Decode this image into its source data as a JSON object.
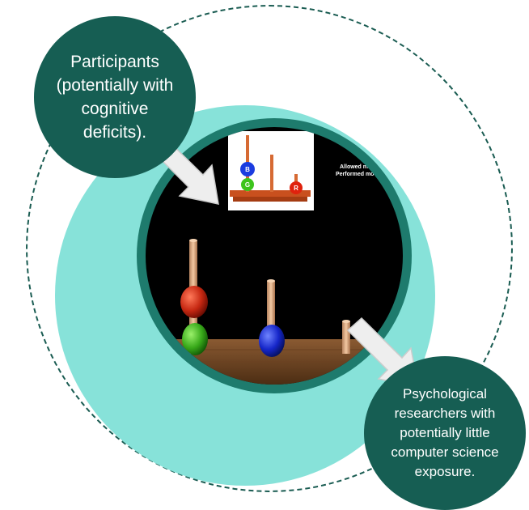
{
  "labels": {
    "participants": "Participants\n(potentially with\ncognitive\ndeficits).",
    "researchers": "Psychological\nresearchers with\npotentially little\ncomputer science\nexposure."
  },
  "game": {
    "allowed_moves_label": "Allowed mo",
    "performed_moves_label": "Performed mov",
    "ball_labels": {
      "blue": "B",
      "green": "G",
      "red": "R"
    }
  },
  "colors": {
    "dark_teal": "#165e53",
    "ring_teal": "#1e7b6d",
    "light_teal": "#87e2d9",
    "arrow_fill": "#eeeeee"
  }
}
